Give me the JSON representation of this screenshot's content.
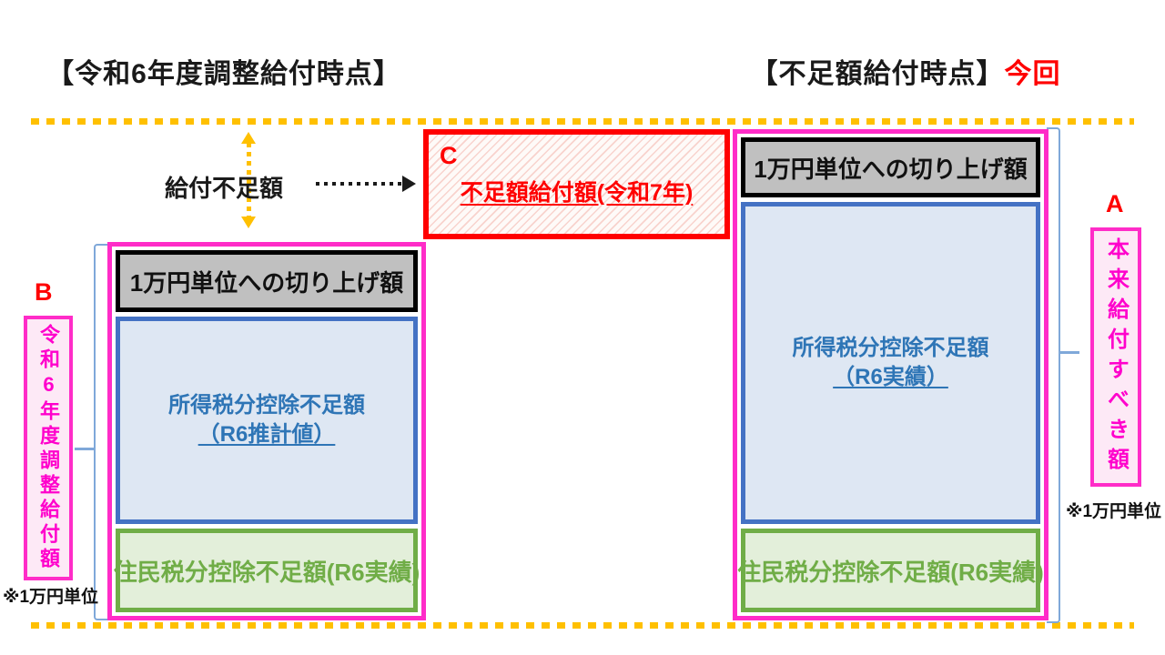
{
  "titles": {
    "left": "【令和6年度調整給付時点】",
    "right_main": "【不足額給付時点】",
    "right_suffix": "今回"
  },
  "gap": {
    "label": "給付不足額"
  },
  "c_box": {
    "letter": "C",
    "label": "不足額給付額(令和7年)"
  },
  "stacks": {
    "left": {
      "roundup": "1万円単位への切り上げ額",
      "income_line1": "所得税分控除不足額",
      "income_line2": "（R6推計値）",
      "resident": "住民税分控除不足額(R6実績)"
    },
    "right": {
      "roundup": "1万円単位への切り上げ額",
      "income_line1": "所得税分控除不足額",
      "income_line2": "（R6実績）",
      "resident": "住民税分控除不足額(R6実績)"
    }
  },
  "side_labels": {
    "b": {
      "letter": "B",
      "text": "令和6年度調整給付額",
      "note": "※1万円単位"
    },
    "a": {
      "letter": "A",
      "text": "本来給付すべき額",
      "note": "※1万円単位"
    }
  },
  "colors": {
    "accent_orange": "#FFC000",
    "accent_red": "#FF0000",
    "magenta_border": "#FF2CC8",
    "magenta_text": "#FF00CC",
    "pink_fill": "#FDE9F6",
    "gray_fill": "#C0C0C0",
    "blue_border": "#4472C4",
    "blue_fill": "#DEE7F3",
    "blue_text": "#2E75B6",
    "green_border": "#70AD47",
    "green_fill": "#E3EFDA",
    "bracket_blue": "#7FA8D9"
  }
}
